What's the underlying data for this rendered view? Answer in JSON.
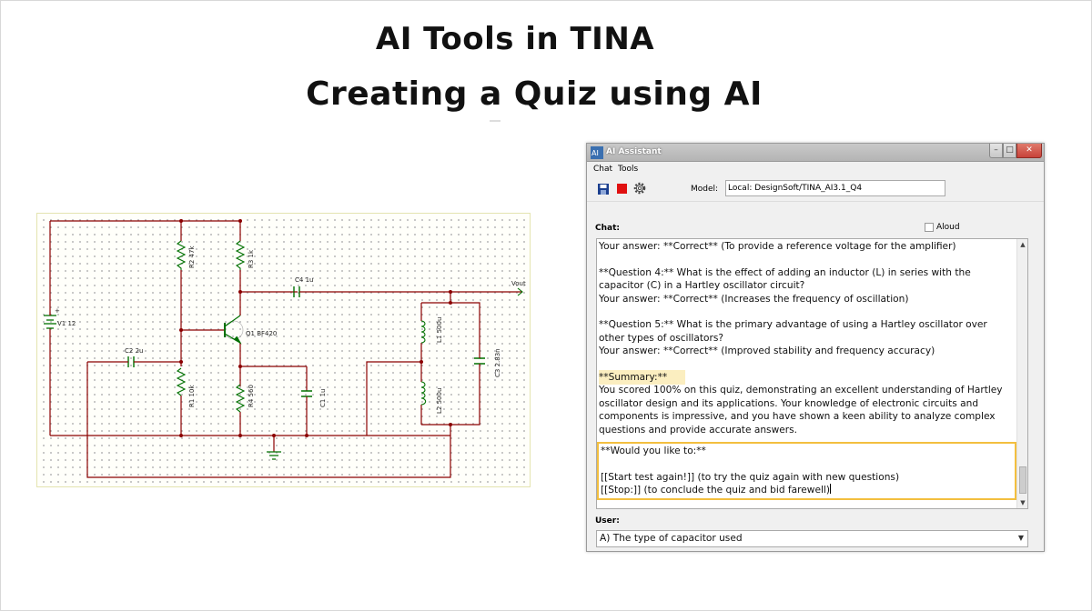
{
  "slide": {
    "title_line1": "AI Tools in TINA",
    "title_line2": "Creating a Quiz using AI"
  },
  "circuit": {
    "components": {
      "R2": "R2 47k",
      "R3": "R3 1k",
      "C4": "C4 1u",
      "Vout": "Vout",
      "V1": "V1 12",
      "Q1": "Q1 BF420",
      "C2": "C2 2u",
      "R1": "R1 10k",
      "R4": "R4 560",
      "C1": "C1 1u",
      "L1": "L1 500u",
      "L2": "L2 500u",
      "C3": "C3 2.83n"
    },
    "wire_color": "#8b0000"
  },
  "window": {
    "title": "AI Assistant",
    "controls": {
      "minimize": "–",
      "maximize": "□",
      "close": "✕"
    },
    "menu": {
      "chat": "Chat",
      "tools": "Tools"
    },
    "toolbar": {
      "icons": [
        "save-icon",
        "stop-icon",
        "gear-icon"
      ],
      "model_label": "Model:",
      "model_value": "Local: DesignSoft/TINA_AI3.1_Q4"
    },
    "chat_label": "Chat:",
    "aloud_label": "Aloud",
    "aloud_checked": false,
    "messages": {
      "m1": "Your answer: **Correct** (To provide a reference voltage for the amplifier)",
      "m2": "**Question 4:** What is the effect of adding an inductor (L) in series with the capacitor (C) in a Hartley oscillator circuit?",
      "m3": "Your answer: **Correct** (Increases the frequency of oscillation)",
      "m4": "**Question 5:** What is the primary advantage of using a Hartley oscillator over other types of oscillators?",
      "m5": "Your answer: **Correct** (Improved stability and frequency accuracy)",
      "summary": "**Summary:**",
      "m6": "You scored 100% on this quiz, demonstrating an excellent understanding of Hartley oscillator design and its applications. Your knowledge of electronic circuits and components is impressive, and you have shown a keen ability to analyze complex questions and provide accurate answers.",
      "reply_title": "**Would you like to:**",
      "reply_opt1": "[[Start test again!]] (to try the quiz again with new questions)",
      "reply_opt2": "[[Stop:]] (to conclude the quiz and bid farewell)"
    },
    "user_label": "User:",
    "user_value": "A) The type of capacitor used",
    "accent_color": "#f3bf3f",
    "highlight_color": "#fbeec0"
  }
}
